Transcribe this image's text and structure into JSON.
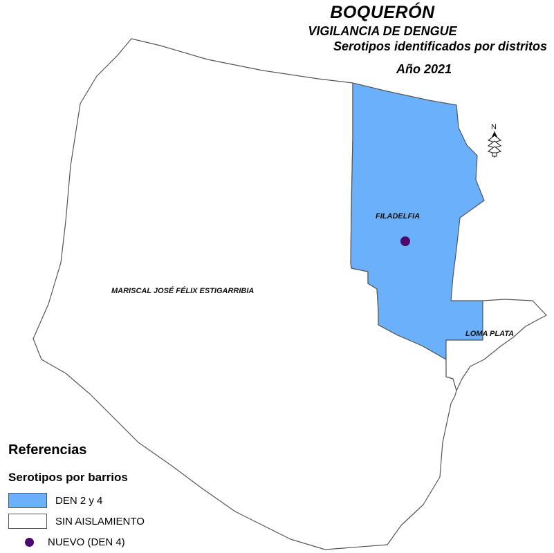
{
  "title": {
    "main": "BOQUERÓN",
    "line1": "VIGILANCIA DE DENGUE",
    "line2": "Serotipos identificados por distritos",
    "year": "Año 2021"
  },
  "north_arrow": {
    "label": "N"
  },
  "districts": {
    "mariscal": "MARISCAL JOSÉ FÉLIX ESTIGARRIBIA",
    "filadelfia": "FILADELFIA",
    "loma_plata": "LOMA PLATA"
  },
  "legend": {
    "title": "Referencias",
    "subtitle": "Serotipos por barrios",
    "items": [
      {
        "label": "DEN 2 y 4",
        "color": "#6ab0fa"
      },
      {
        "label": "SIN AISLAMIENTO",
        "color": "#ffffff"
      },
      {
        "label": "NUEVO (DEN 4)",
        "color": "#4b0b6e"
      }
    ]
  },
  "colors": {
    "filadelfia_fill": "#6ab0fa",
    "other_fill": "#ffffff",
    "outline": "#555555",
    "case_point": "#4b0b6e"
  }
}
